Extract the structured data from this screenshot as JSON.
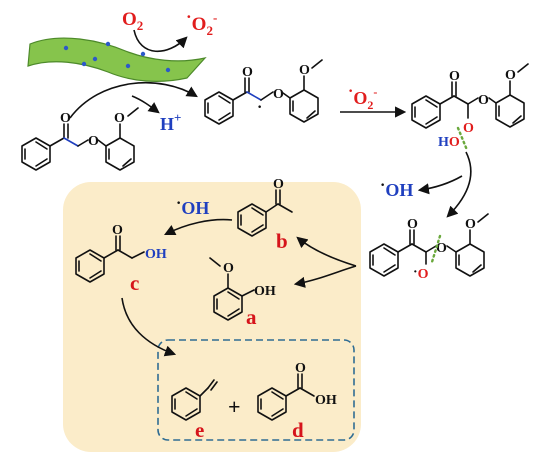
{
  "colors": {
    "panel": "#fbecc9",
    "catalyst_sheet": "#86c44c",
    "catalyst_dot": "#2c59c9",
    "oxygen_red": "#e11d1d",
    "hydrogen_blue": "#1f3fbf",
    "letter_red": "#d6141b",
    "box_border": "#2f6c93",
    "radical_cleave_dots": "#6aa83c"
  },
  "reagents": {
    "o2": "O",
    "o2_sub": "2",
    "superoxide_top": "O",
    "superoxide_top_sub": "2",
    "superoxide_top_sup": "-",
    "superoxide_mid": "O",
    "superoxide_mid_sub": "2",
    "superoxide_mid_sup": "-",
    "h_plus": "H",
    "h_plus_sup": "+",
    "oh_radical_right": "OH",
    "oh_radical_panel": "OH",
    "radical_dot": "·"
  },
  "atoms": {
    "o": "O",
    "h": "H",
    "oh": "OH",
    "ho": "HO"
  },
  "compounds": {
    "a": "a",
    "b": "b",
    "c": "c",
    "d": "d",
    "e": "e",
    "plus": "+"
  }
}
